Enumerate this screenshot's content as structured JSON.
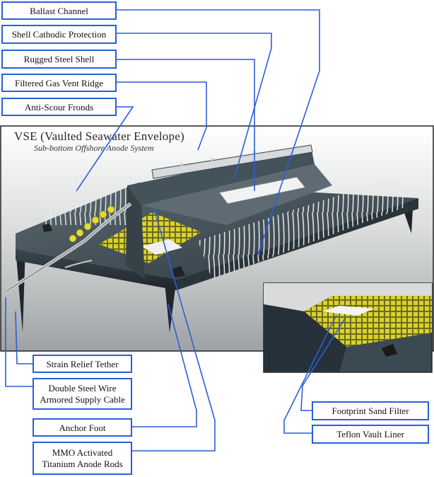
{
  "colors": {
    "label_border": "#2b5fd9",
    "leader_line": "#2b5fd9",
    "anode_grid": "#d9d22a",
    "steel_shell": "#3f4a52",
    "background_gray": "#b9bcbe"
  },
  "diagram": {
    "title": "VSE (Vaulted Seawater Envelope)",
    "subtitle": "Sub-bottom Offshore Anode System"
  },
  "labels": {
    "ballast_channel": "Ballast Channel",
    "shell_cathodic_protection": "Shell Cathodic Protection",
    "rugged_steel_shell": "Rugged Steel Shell",
    "filtered_gas_vent_ridge": "Filtered Gas Vent Ridge",
    "anti_scour_fronds": "Anti-Scour Fronds",
    "strain_relief_tether": "Strain Relief Tether",
    "double_steel_wire_line1": "Double Steel Wire",
    "double_steel_wire_line2": "Armored Supply Cable",
    "anchor_foot": "Anchor Foot",
    "mmo_line1": "MMO Activated",
    "mmo_line2": "Titanium Anode Rods",
    "footprint_sand_filter": "Footprint Sand Filter",
    "teflon_vault_liner": "Teflon Vault Liner"
  }
}
